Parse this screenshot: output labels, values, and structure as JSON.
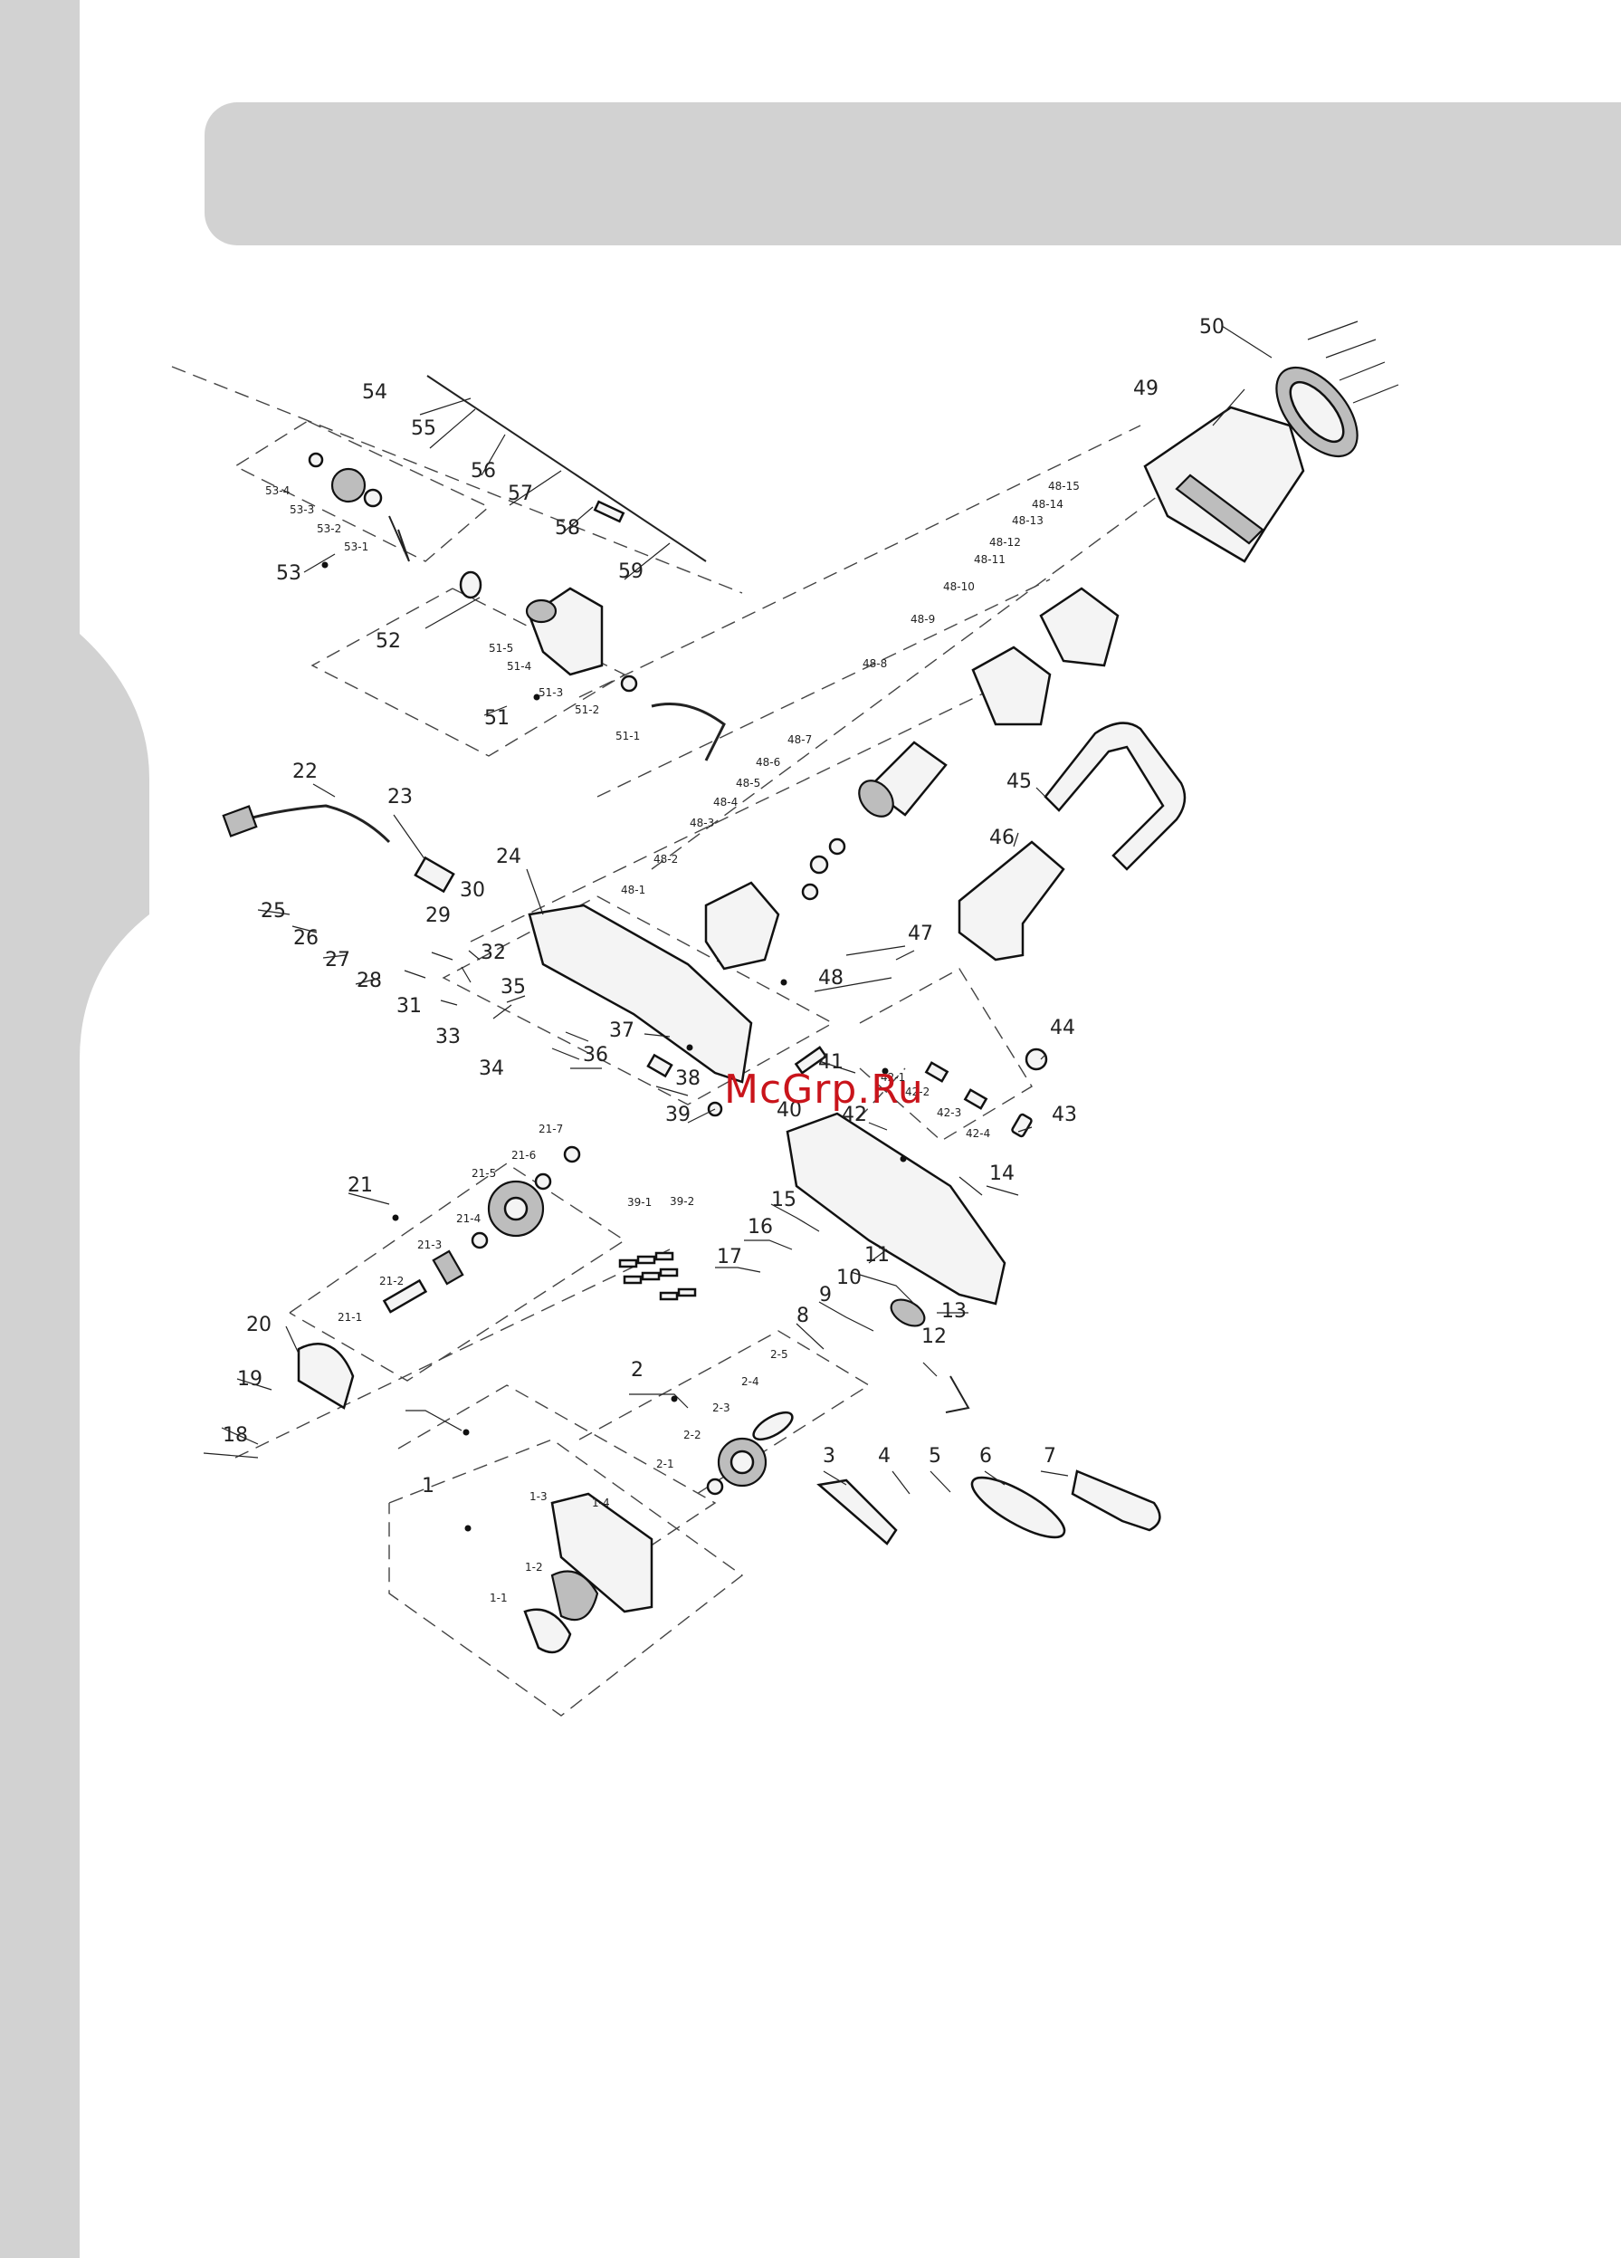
{
  "watermark": "McGrp.Ru",
  "colors": {
    "sidebar": "#d2d2d2",
    "header_bar": "#d2d2d2",
    "watermark": "#c9141b"
  },
  "labels": [
    {
      "id": "1",
      "text": "1"
    },
    {
      "id": "2",
      "text": "2"
    },
    {
      "id": "3",
      "text": "3"
    },
    {
      "id": "4",
      "text": "4"
    },
    {
      "id": "5",
      "text": "5"
    },
    {
      "id": "6",
      "text": "6"
    },
    {
      "id": "7",
      "text": "7"
    },
    {
      "id": "8",
      "text": "8"
    },
    {
      "id": "9",
      "text": "9"
    },
    {
      "id": "10",
      "text": "10"
    },
    {
      "id": "11",
      "text": "11"
    },
    {
      "id": "12",
      "text": "12"
    },
    {
      "id": "13",
      "text": "13"
    },
    {
      "id": "14",
      "text": "14"
    },
    {
      "id": "15",
      "text": "15"
    },
    {
      "id": "16",
      "text": "16"
    },
    {
      "id": "17",
      "text": "17"
    },
    {
      "id": "18",
      "text": "18"
    },
    {
      "id": "19",
      "text": "19"
    },
    {
      "id": "20",
      "text": "20"
    },
    {
      "id": "21",
      "text": "21"
    },
    {
      "id": "22",
      "text": "22"
    },
    {
      "id": "23",
      "text": "23"
    },
    {
      "id": "24",
      "text": "24"
    },
    {
      "id": "25",
      "text": "25"
    },
    {
      "id": "26",
      "text": "26"
    },
    {
      "id": "27",
      "text": "27"
    },
    {
      "id": "28",
      "text": "28"
    },
    {
      "id": "29",
      "text": "29"
    },
    {
      "id": "30",
      "text": "30"
    },
    {
      "id": "31",
      "text": "31"
    },
    {
      "id": "32",
      "text": "32"
    },
    {
      "id": "33",
      "text": "33"
    },
    {
      "id": "34",
      "text": "34"
    },
    {
      "id": "35",
      "text": "35"
    },
    {
      "id": "36",
      "text": "36"
    },
    {
      "id": "37",
      "text": "37"
    },
    {
      "id": "38",
      "text": "38"
    },
    {
      "id": "39",
      "text": "39"
    },
    {
      "id": "40",
      "text": "40"
    },
    {
      "id": "41",
      "text": "41"
    },
    {
      "id": "42",
      "text": "42"
    },
    {
      "id": "43",
      "text": "43"
    },
    {
      "id": "44",
      "text": "44"
    },
    {
      "id": "45",
      "text": "45"
    },
    {
      "id": "46",
      "text": "46"
    },
    {
      "id": "47",
      "text": "47"
    },
    {
      "id": "48",
      "text": "48"
    },
    {
      "id": "49",
      "text": "49"
    },
    {
      "id": "50",
      "text": "50"
    },
    {
      "id": "51",
      "text": "51"
    },
    {
      "id": "52",
      "text": "52"
    },
    {
      "id": "53",
      "text": "53"
    },
    {
      "id": "54",
      "text": "54"
    },
    {
      "id": "55",
      "text": "55"
    },
    {
      "id": "56",
      "text": "56"
    },
    {
      "id": "57",
      "text": "57"
    },
    {
      "id": "58",
      "text": "58"
    },
    {
      "id": "59",
      "text": "59"
    },
    {
      "id": "1-1",
      "text": "1-1"
    },
    {
      "id": "1-2",
      "text": "1-2"
    },
    {
      "id": "1-3",
      "text": "1-3"
    },
    {
      "id": "1-4",
      "text": "1-4"
    },
    {
      "id": "2-1",
      "text": "2-1"
    },
    {
      "id": "2-2",
      "text": "2-2"
    },
    {
      "id": "2-3",
      "text": "2-3"
    },
    {
      "id": "2-4",
      "text": "2-4"
    },
    {
      "id": "2-5",
      "text": "2-5"
    },
    {
      "id": "21-1",
      "text": "21-1"
    },
    {
      "id": "21-2",
      "text": "21-2"
    },
    {
      "id": "21-3",
      "text": "21-3"
    },
    {
      "id": "21-4",
      "text": "21-4"
    },
    {
      "id": "21-5",
      "text": "21-5"
    },
    {
      "id": "21-6",
      "text": "21-6"
    },
    {
      "id": "21-7",
      "text": "21-7"
    },
    {
      "id": "39-1",
      "text": "39-1"
    },
    {
      "id": "39-2",
      "text": "39-2"
    },
    {
      "id": "42-1",
      "text": "42-1"
    },
    {
      "id": "42-2",
      "text": "42-2"
    },
    {
      "id": "42-3",
      "text": "42-3"
    },
    {
      "id": "42-4",
      "text": "42-4"
    },
    {
      "id": "48-1",
      "text": "48-1"
    },
    {
      "id": "48-2",
      "text": "48-2"
    },
    {
      "id": "48-3",
      "text": "48-3"
    },
    {
      "id": "48-4",
      "text": "48-4"
    },
    {
      "id": "48-5",
      "text": "48-5"
    },
    {
      "id": "48-6",
      "text": "48-6"
    },
    {
      "id": "48-7",
      "text": "48-7"
    },
    {
      "id": "48-8",
      "text": "48-8"
    },
    {
      "id": "48-9",
      "text": "48-9"
    },
    {
      "id": "48-10",
      "text": "48-10"
    },
    {
      "id": "48-11",
      "text": "48-11"
    },
    {
      "id": "48-12",
      "text": "48-12"
    },
    {
      "id": "48-13",
      "text": "48-13"
    },
    {
      "id": "48-14",
      "text": "48-14"
    },
    {
      "id": "48-15",
      "text": "48-15"
    },
    {
      "id": "51-1",
      "text": "51-1"
    },
    {
      "id": "51-2",
      "text": "51-2"
    },
    {
      "id": "51-3",
      "text": "51-3"
    },
    {
      "id": "51-4",
      "text": "51-4"
    },
    {
      "id": "51-5",
      "text": "51-5"
    },
    {
      "id": "53-1",
      "text": "53-1"
    },
    {
      "id": "53-2",
      "text": "53-2"
    },
    {
      "id": "53-3",
      "text": "53-3"
    },
    {
      "id": "53-4",
      "text": "53-4"
    }
  ]
}
